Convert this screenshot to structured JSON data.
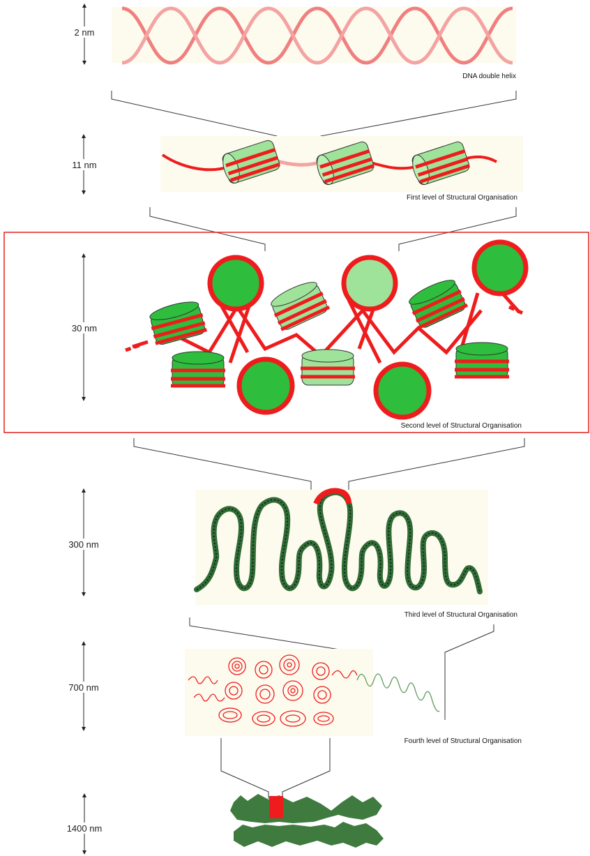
{
  "diagram": {
    "scales": [
      {
        "id": "helix",
        "label": "2 nm"
      },
      {
        "id": "first",
        "label": "11 nm"
      },
      {
        "id": "second",
        "label": "30 nm"
      },
      {
        "id": "third",
        "label": "300 nm"
      },
      {
        "id": "fourth",
        "label": "700 nm"
      },
      {
        "id": "chromosome",
        "label": "1400 nm"
      }
    ],
    "captions": {
      "helix": "DNA double helix",
      "first": "First level of Structural Organisation",
      "second": "Second level of Structural Organisation",
      "third": "Third level of Structural Organisation",
      "fourth": "Fourth level of Structural Organisation"
    },
    "highlighted_level": "second",
    "colors": {
      "dna_red": "#ee1c1c",
      "dna_pink": "#f08080",
      "histone_green": "#2ebd3c",
      "histone_light": "#9fe39a",
      "fiber_green": "#2f6b35",
      "chromosome_green": "#3f7a3f",
      "highlight_box": "#e0201c",
      "background_band": "#fdfbee"
    }
  }
}
